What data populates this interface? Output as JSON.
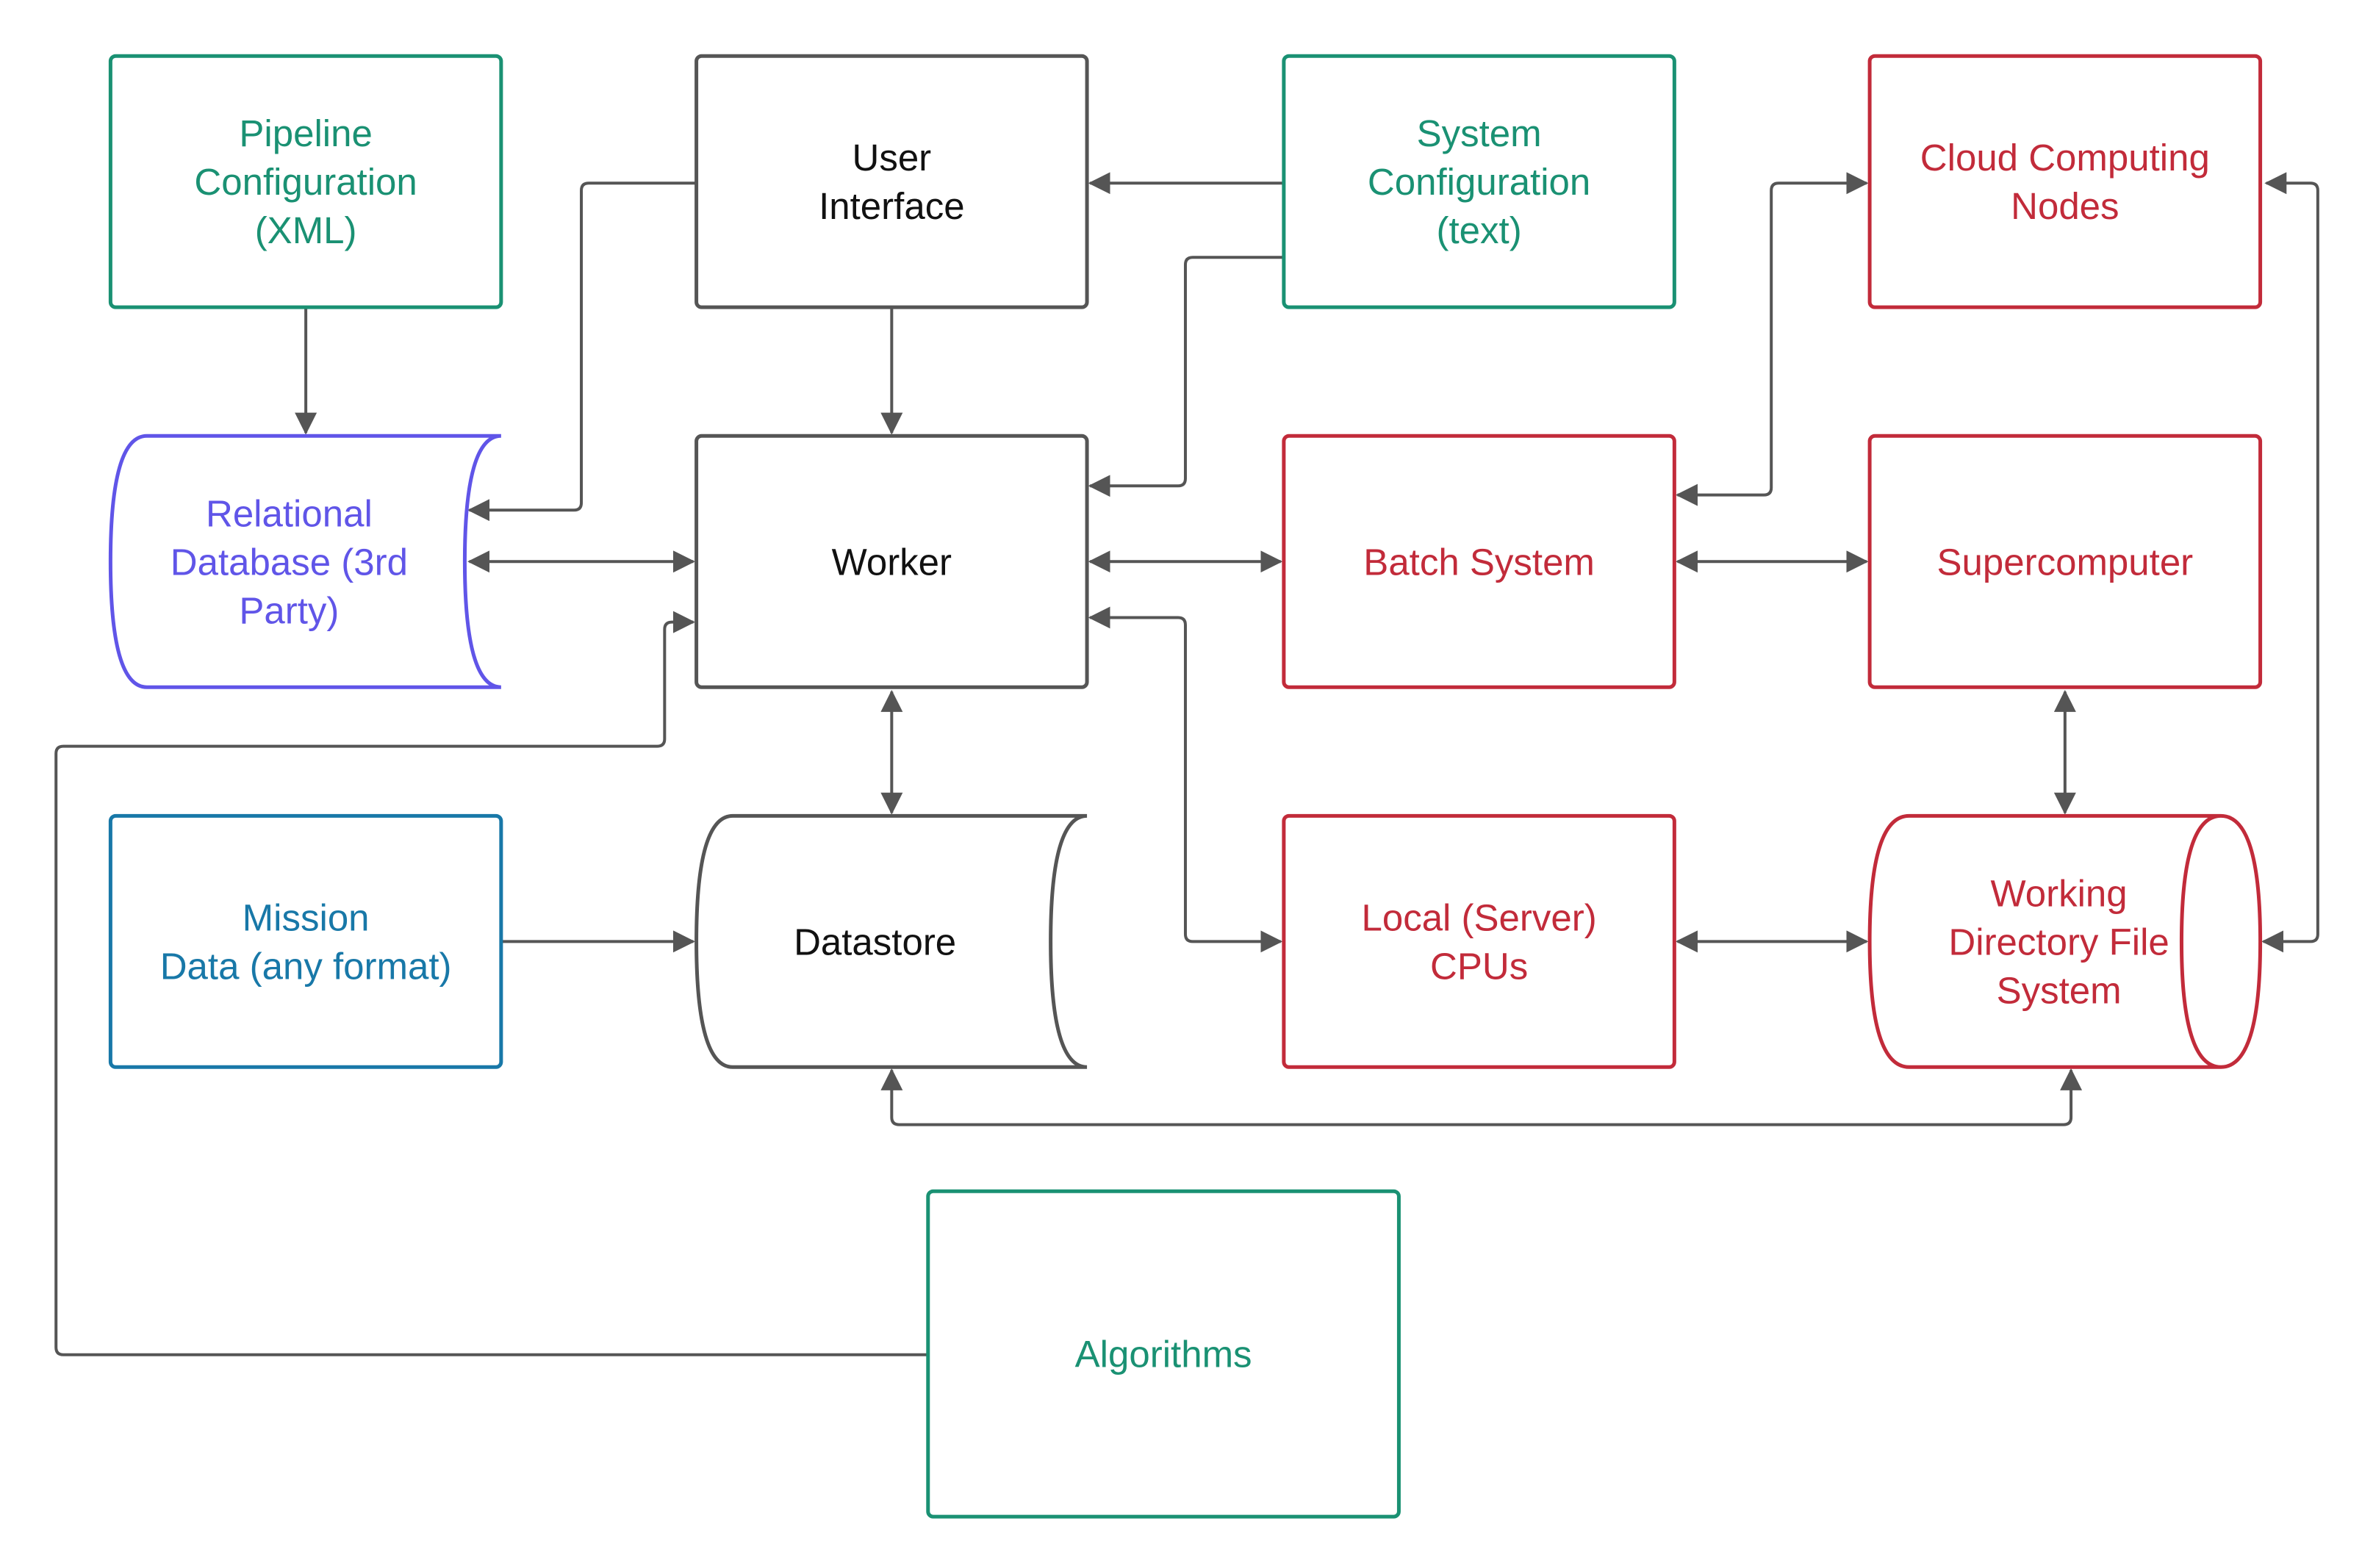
{
  "colors": {
    "green": "#1a9173",
    "gray": "#555555",
    "black": "#111111",
    "purple": "#6055e8",
    "blue": "#1878a8",
    "red": "#c22b3a",
    "edge": "#555555"
  },
  "nodes": [
    {
      "id": "pipeline-config",
      "shape": "rect",
      "color": "green",
      "lines": [
        "Pipeline",
        "Configuration",
        "(XML)"
      ]
    },
    {
      "id": "user-interface",
      "shape": "rect",
      "color": "gray",
      "text_color": "black",
      "lines": [
        "User",
        "Interface"
      ]
    },
    {
      "id": "system-config",
      "shape": "rect",
      "color": "green",
      "lines": [
        "System",
        "Configuration",
        "(text)"
      ]
    },
    {
      "id": "cloud-nodes",
      "shape": "rect",
      "color": "red",
      "lines": [
        "Cloud Computing",
        "Nodes"
      ]
    },
    {
      "id": "relational-db",
      "shape": "cylinder-h",
      "color": "purple",
      "lines": [
        "Relational",
        "Database (3rd",
        "Party)"
      ]
    },
    {
      "id": "worker",
      "shape": "rect",
      "color": "gray",
      "text_color": "black",
      "lines": [
        "Worker"
      ]
    },
    {
      "id": "batch-system",
      "shape": "rect",
      "color": "red",
      "lines": [
        "Batch System"
      ]
    },
    {
      "id": "supercomputer",
      "shape": "rect",
      "color": "red",
      "lines": [
        "Supercomputer"
      ]
    },
    {
      "id": "mission-data",
      "shape": "rect",
      "color": "blue",
      "lines": [
        "Mission",
        "Data (any format)"
      ]
    },
    {
      "id": "datastore",
      "shape": "cylinder-h",
      "color": "gray",
      "text_color": "black",
      "lines": [
        "Datastore"
      ]
    },
    {
      "id": "local-cpus",
      "shape": "rect",
      "color": "red",
      "lines": [
        "Local (Server)",
        "CPUs"
      ]
    },
    {
      "id": "working-dir-fs",
      "shape": "cylinder-full",
      "color": "red",
      "lines": [
        "Working",
        "Directory File",
        "System"
      ]
    },
    {
      "id": "algorithms",
      "shape": "rect",
      "color": "green",
      "lines": [
        "Algorithms"
      ]
    }
  ],
  "edges": [
    {
      "from": "pipeline-config",
      "to": "relational-db",
      "bidirectional": false
    },
    {
      "from": "user-interface",
      "to": "relational-db",
      "bidirectional": false
    },
    {
      "from": "system-config",
      "to": "user-interface",
      "bidirectional": false
    },
    {
      "from": "user-interface",
      "to": "worker",
      "bidirectional": false
    },
    {
      "from": "system-config",
      "to": "worker",
      "bidirectional": false
    },
    {
      "from": "relational-db",
      "to": "worker",
      "bidirectional": true
    },
    {
      "from": "worker",
      "to": "batch-system",
      "bidirectional": true
    },
    {
      "from": "batch-system",
      "to": "cloud-nodes",
      "bidirectional": true
    },
    {
      "from": "batch-system",
      "to": "supercomputer",
      "bidirectional": true
    },
    {
      "from": "worker",
      "to": "local-cpus",
      "bidirectional": true
    },
    {
      "from": "worker",
      "to": "datastore",
      "bidirectional": true
    },
    {
      "from": "mission-data",
      "to": "datastore",
      "bidirectional": false
    },
    {
      "from": "local-cpus",
      "to": "working-dir-fs",
      "bidirectional": true
    },
    {
      "from": "supercomputer",
      "to": "working-dir-fs",
      "bidirectional": true
    },
    {
      "from": "cloud-nodes",
      "to": "working-dir-fs",
      "bidirectional": true
    },
    {
      "from": "datastore",
      "to": "working-dir-fs",
      "bidirectional": true
    },
    {
      "from": "algorithms",
      "to": "worker",
      "bidirectional": false
    }
  ]
}
